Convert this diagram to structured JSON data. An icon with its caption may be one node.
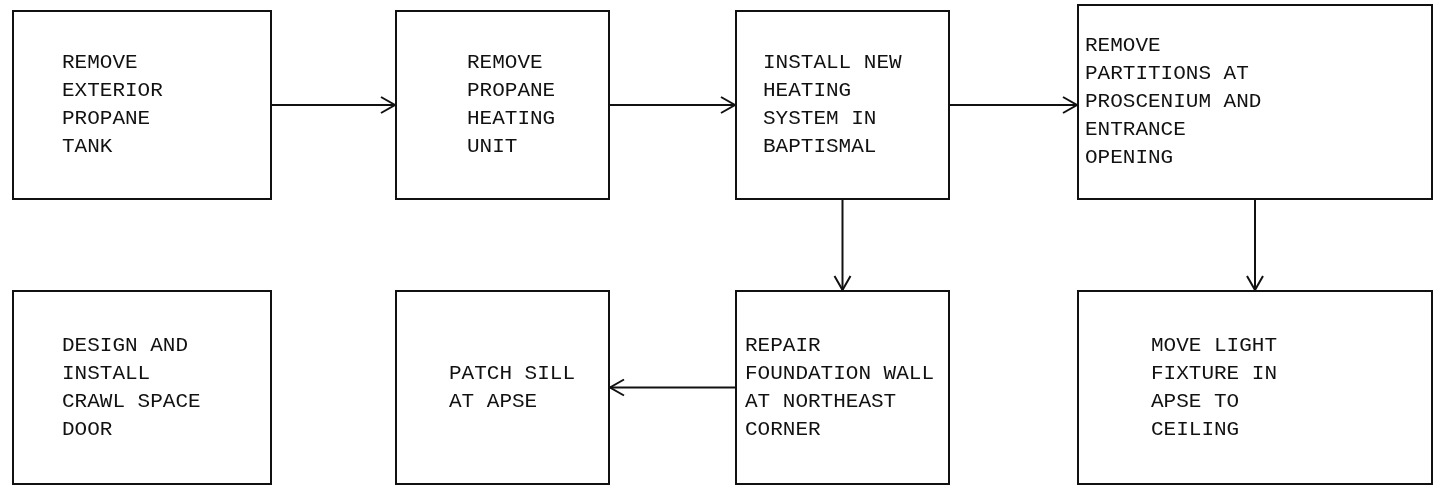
{
  "diagram": {
    "nodes": [
      {
        "text": [
          "REMOVE EXTERIOR PROPANE TANK"
        ]
      },
      {
        "text": [
          "REMOVE PROPANE HEATING UNIT"
        ]
      },
      {
        "text": [
          "INSTALL NEW HEATING SYSTEM IN BAPTISMAL"
        ]
      },
      {
        "text": [
          "REMOVE PARTITIONS AT PROSCENIUM AND ENTRANCE OPENING"
        ]
      },
      {
        "text": [
          "DESIGN AND INSTALL CRAWL SPACE DOOR"
        ]
      },
      {
        "text": [
          "PATCH SILL AT APSE"
        ]
      },
      {
        "text": [
          "REPAIR FOUNDATION WALL AT NORTHEAST CORNER"
        ]
      },
      {
        "text": [
          "MOVE LIGHT FIXTURE IN APSE TO CEILING"
        ]
      }
    ],
    "edges": [
      {
        "from": 0,
        "to": 1,
        "arrow": "to"
      },
      {
        "from": 1,
        "to": 2,
        "arrow": "to"
      },
      {
        "from": 2,
        "to": 3,
        "arrow": "to"
      },
      {
        "from": 2,
        "to": 6,
        "arrow": "to"
      },
      {
        "from": 3,
        "to": 7,
        "arrow": "to"
      },
      {
        "from": 6,
        "to": 5,
        "arrow": "to"
      }
    ]
  }
}
